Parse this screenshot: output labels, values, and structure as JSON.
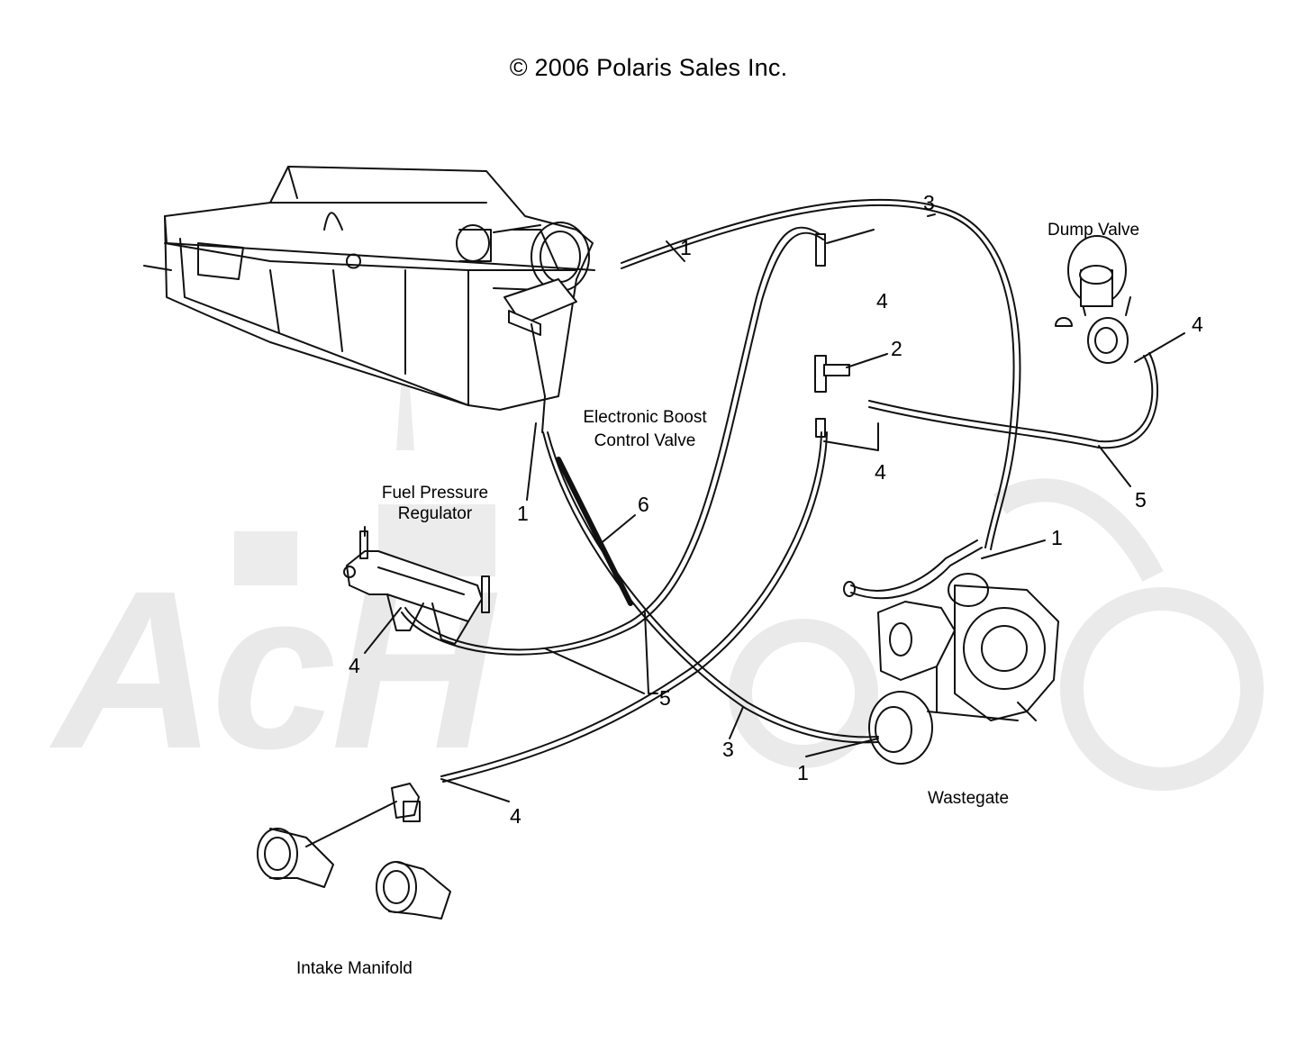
{
  "copyright": "© 2006 Polaris Sales Inc.",
  "watermark": "AcH",
  "labels": {
    "dump_valve": "Dump Valve",
    "ebcv_line1": "Electronic Boost",
    "ebcv_line2": "Control Valve",
    "fpr_line1": "Fuel Pressure",
    "fpr_line2": "Regulator",
    "wastegate": "Wastegate",
    "intake_manifold": "Intake Manifold"
  },
  "callouts": [
    {
      "id": "c1-top",
      "text": "1"
    },
    {
      "id": "c3-top",
      "text": "3"
    },
    {
      "id": "c4-top",
      "text": "4"
    },
    {
      "id": "c2",
      "text": "2"
    },
    {
      "id": "c4-dump",
      "text": "4"
    },
    {
      "id": "c4-mid",
      "text": "4"
    },
    {
      "id": "c5-right",
      "text": "5"
    },
    {
      "id": "c1-ebcv",
      "text": "1"
    },
    {
      "id": "c6",
      "text": "6"
    },
    {
      "id": "c1-waste",
      "text": "1"
    },
    {
      "id": "c4-fpr",
      "text": "4"
    },
    {
      "id": "c5-bottom",
      "text": "5"
    },
    {
      "id": "c3-bottom",
      "text": "3"
    },
    {
      "id": "c1-bottom",
      "text": "1"
    },
    {
      "id": "c4-bottom",
      "text": "4"
    }
  ]
}
